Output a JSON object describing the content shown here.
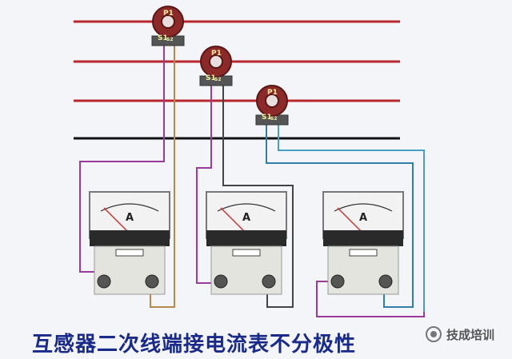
{
  "diagram": {
    "colors": {
      "phase_line": "#b8272e",
      "neutral_line": "#111111",
      "ct_body": "#8c2a2a",
      "wire_purple": "#9a3a9a",
      "wire_tan": "#b48a4a",
      "wire_gray": "#444444",
      "wire_blue": "#2f7fa8",
      "wire_light_blue": "#4a9ec5"
    },
    "transformers": [
      {
        "p_label": "P1",
        "s1_label": "S1",
        "s2_label": "S2"
      },
      {
        "p_label": "P1",
        "s1_label": "S1",
        "s2_label": "S2"
      },
      {
        "p_label": "P1",
        "s1_label": "S1",
        "s2_label": "S2"
      }
    ],
    "meters": [
      {
        "unit": "A"
      },
      {
        "unit": "A"
      },
      {
        "unit": "A"
      }
    ]
  },
  "caption": "互感器二次线端接电流表不分极性",
  "watermark": {
    "icon": "wechat-icon",
    "text": "技成培训"
  }
}
